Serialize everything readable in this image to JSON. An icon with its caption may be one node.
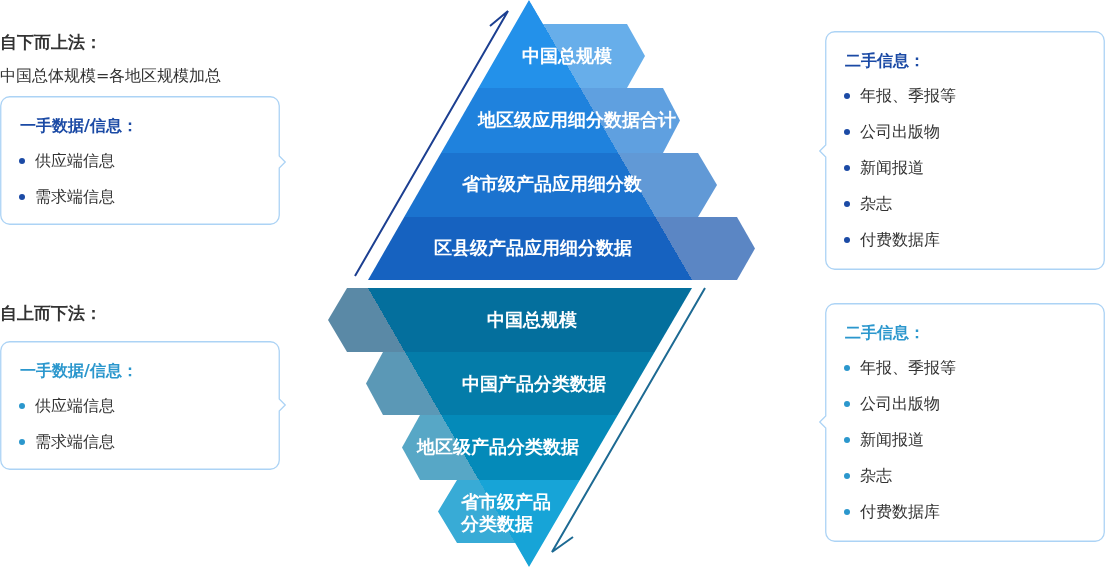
{
  "diagram": {
    "nodes": [
      {
        "text": [
          "一手数据/信息：",
          "供应端信息",
          "需求端信息"
        ]
      },
      {
        "text": [
          "中国总规模"
        ]
      },
      {
        "text": [
          "地区级应用细分数据合计"
        ]
      },
      {
        "text": [
          "省市级产品应用细分数"
        ]
      },
      {
        "text": [
          "区县级产品应用细分数据"
        ]
      },
      {
        "text": [
          "二手信息：",
          "年报、季报等",
          "公司出版物",
          "新闻报道",
          "杂志",
          "付费数据库"
        ]
      },
      {
        "text": [
          "一手数据/信息：",
          "供应端信息",
          "需求端信息"
        ]
      },
      {
        "text": [
          "中国总规模"
        ]
      },
      {
        "text": [
          "中国产品分类数据"
        ]
      },
      {
        "text": [
          "地区级产品分类数据"
        ]
      },
      {
        "text": [
          "省市级产品分类数据"
        ]
      },
      {
        "text": [
          "二手信息：",
          "年报、季报等",
          "公司出版物",
          "新闻报道",
          "杂志",
          "付费数据库"
        ]
      }
    ],
    "labels": [
      "自下而上法：",
      "中国总体规模=各地区规模加总",
      "自上而下法："
    ]
  }
}
